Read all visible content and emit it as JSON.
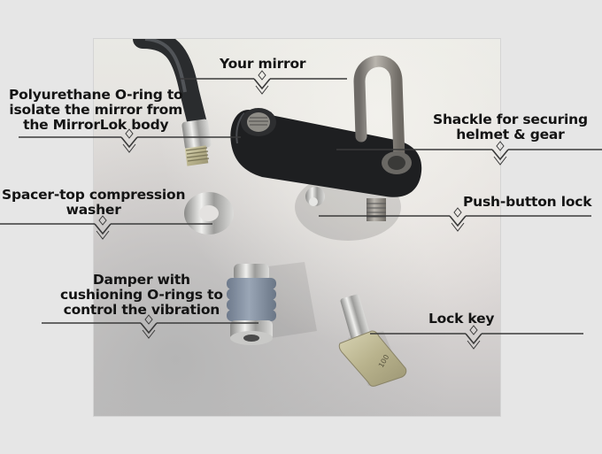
{
  "image": {
    "subject": "MirrorLok product components annotated photo",
    "background_color": "#e6e6e6",
    "line_color": "#3a3a3a",
    "text_color": "#141414"
  },
  "callouts": [
    {
      "id": "mirror",
      "lines": [
        "Your mirror"
      ]
    },
    {
      "id": "oring",
      "lines": [
        "Polyurethane O-ring to",
        "isolate the mirror from",
        "the MirrorLok body"
      ]
    },
    {
      "id": "shackle",
      "lines": [
        "Shackle for securing",
        "helmet & gear"
      ]
    },
    {
      "id": "spacer",
      "lines": [
        "Spacer-top compression",
        "washer"
      ]
    },
    {
      "id": "pushbutton",
      "lines": [
        "Push-button lock"
      ]
    },
    {
      "id": "damper",
      "lines": [
        "Damper with",
        "cushioning O-rings to",
        "control the vibration"
      ]
    },
    {
      "id": "key",
      "lines": [
        "Lock key"
      ]
    }
  ],
  "key_stamp": "100",
  "icons": {
    "marker": "diamond-chevron-ornament"
  }
}
